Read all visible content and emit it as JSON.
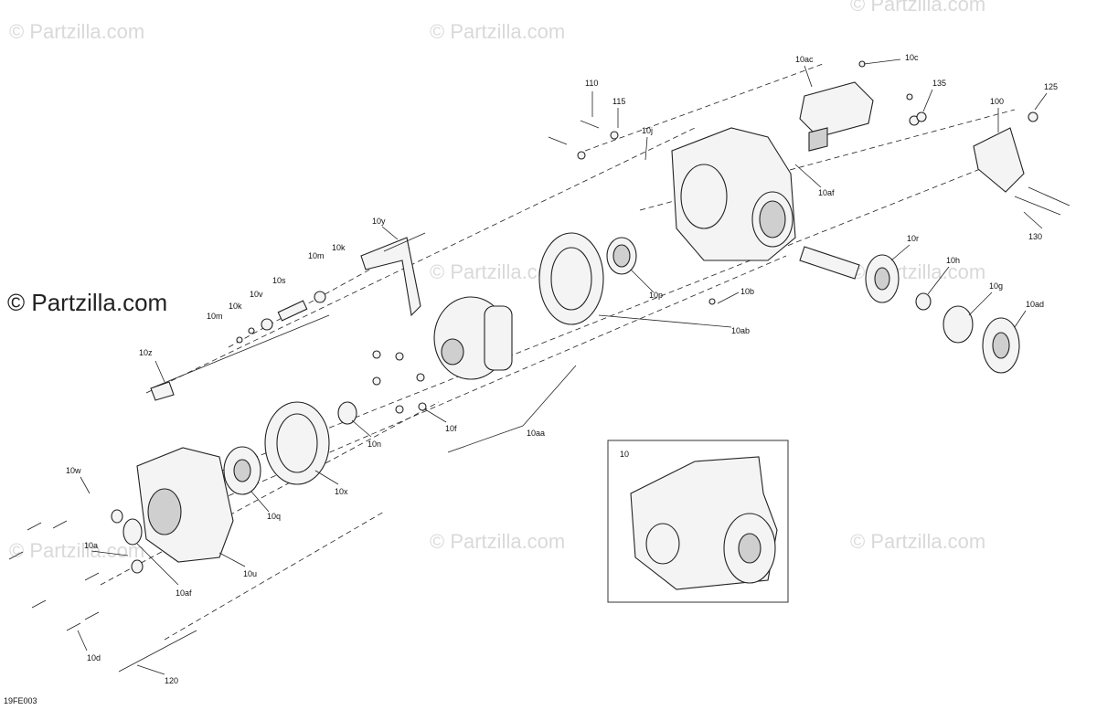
{
  "diagram": {
    "reference_code": "19FE003",
    "watermark_small": "© Partzilla.com",
    "watermark_large": "© Partzilla.com",
    "inset_label": "10"
  },
  "callouts": [
    {
      "id": "c110",
      "text": "110"
    },
    {
      "id": "c115",
      "text": "115"
    },
    {
      "id": "c10j",
      "text": "10j"
    },
    {
      "id": "c10ac",
      "text": "10ac"
    },
    {
      "id": "c10c",
      "text": "10c"
    },
    {
      "id": "c135",
      "text": "135"
    },
    {
      "id": "c100",
      "text": "100"
    },
    {
      "id": "c125",
      "text": "125"
    },
    {
      "id": "c10af_top",
      "text": "10af"
    },
    {
      "id": "c130",
      "text": "130"
    },
    {
      "id": "c10y",
      "text": "10y"
    },
    {
      "id": "c10k_top",
      "text": "10k"
    },
    {
      "id": "c10m_top",
      "text": "10m"
    },
    {
      "id": "c10s",
      "text": "10s"
    },
    {
      "id": "c10v",
      "text": "10v"
    },
    {
      "id": "c10k",
      "text": "10k"
    },
    {
      "id": "c10m",
      "text": "10m"
    },
    {
      "id": "c10z",
      "text": "10z"
    },
    {
      "id": "c10p",
      "text": "10p"
    },
    {
      "id": "c10b",
      "text": "10b"
    },
    {
      "id": "c10ab",
      "text": "10ab"
    },
    {
      "id": "c10r",
      "text": "10r"
    },
    {
      "id": "c10h",
      "text": "10h"
    },
    {
      "id": "c10g",
      "text": "10g"
    },
    {
      "id": "c10ad",
      "text": "10ad"
    },
    {
      "id": "c10f",
      "text": "10f"
    },
    {
      "id": "c10aa",
      "text": "10aa"
    },
    {
      "id": "c10n",
      "text": "10n"
    },
    {
      "id": "c10x",
      "text": "10x"
    },
    {
      "id": "c10w",
      "text": "10w"
    },
    {
      "id": "c10q",
      "text": "10q"
    },
    {
      "id": "c10a",
      "text": "10a"
    },
    {
      "id": "c10af_bottom",
      "text": "10af"
    },
    {
      "id": "c10u",
      "text": "10u"
    },
    {
      "id": "c10d",
      "text": "10d"
    },
    {
      "id": "c120",
      "text": "120"
    }
  ]
}
